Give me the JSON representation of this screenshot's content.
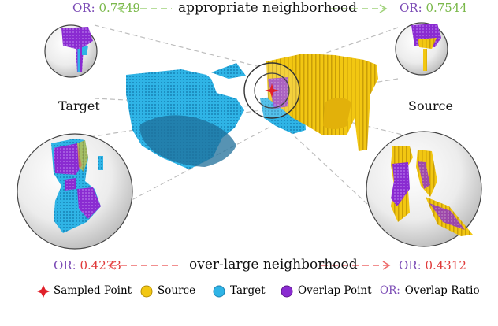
{
  "colors": {
    "target": "#2fb4e6",
    "source": "#f2c712",
    "overlap": "#8a2bd1",
    "sampled_point": "#e0202a",
    "or_label": "#7b4bb5",
    "top_value": "#7ab84a",
    "bottom_value": "#e03a3a",
    "top_arrow": "#9fd27a",
    "bottom_arrow": "#ee6a6a"
  },
  "top": {
    "label": "appropriate neighborhood",
    "left_or_prefix": "OR:",
    "left_or_value": "0.7749",
    "right_or_prefix": "OR:",
    "right_or_value": "0.7544"
  },
  "bottom": {
    "label": "over-large neighborhood",
    "left_or_prefix": "OR:",
    "left_or_value": "0.4273",
    "right_or_prefix": "OR:",
    "right_or_value": "0.4312"
  },
  "side_labels": {
    "left": "Target",
    "right": "Source"
  },
  "legend": {
    "sampled_point": "Sampled Point",
    "source": "Source",
    "target": "Target",
    "overlap_point": "Overlap Point",
    "or_prefix": "OR:",
    "overlap_ratio": "Overlap Ratio"
  }
}
